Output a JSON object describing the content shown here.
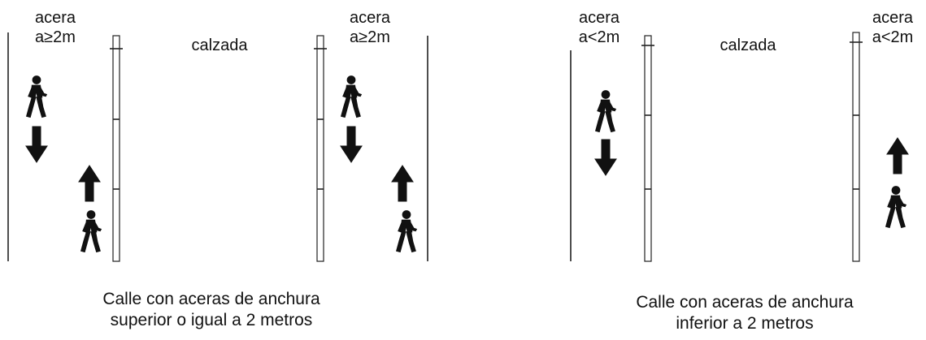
{
  "left_panel": {
    "sidewalk_left": {
      "line1": "acera",
      "line2": "a≥2m"
    },
    "road": "calzada",
    "sidewalk_right": {
      "line1": "acera",
      "line2": "a≥2m"
    },
    "caption_line1": "Calle con aceras de anchura",
    "caption_line2": "superior o igual a 2 metros"
  },
  "right_panel": {
    "sidewalk_left": {
      "line1": "acera",
      "line2": "a<2m"
    },
    "road": "calzada",
    "sidewalk_right": {
      "line1": "acera",
      "line2": "a<2m"
    },
    "caption_line1": "Calle con aceras de anchura",
    "caption_line2": "inferior a 2 metros"
  },
  "icons": {
    "pedestrian": "pedestrian-walking-icon",
    "arrow_down": "arrow-down-icon",
    "arrow_up": "arrow-up-icon"
  }
}
